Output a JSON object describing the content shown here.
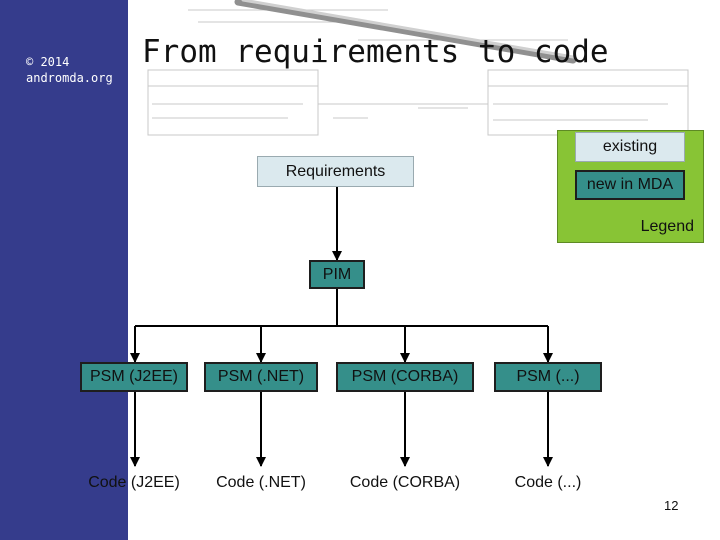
{
  "slide": {
    "title": "From requirements to code",
    "copyright_line1": "© 2014",
    "copyright_line2": "andromda.org",
    "page_number": "12"
  },
  "legend": {
    "label": "Legend",
    "existing": "existing",
    "new_in_mda": "new in MDA"
  },
  "diagram": {
    "requirements": "Requirements",
    "pim": "PIM",
    "psm": [
      "PSM (J2EE)",
      "PSM (.NET)",
      "PSM (CORBA)",
      "PSM (...)"
    ],
    "code": [
      "Code (J2EE)",
      "Code (.NET)",
      "Code (CORBA)",
      "Code (...)"
    ]
  },
  "colors": {
    "sidebar": "#353c8c",
    "legend_bg": "#88c435",
    "existing_fill": "#dbe9ee",
    "new_fill": "#358f8a"
  }
}
